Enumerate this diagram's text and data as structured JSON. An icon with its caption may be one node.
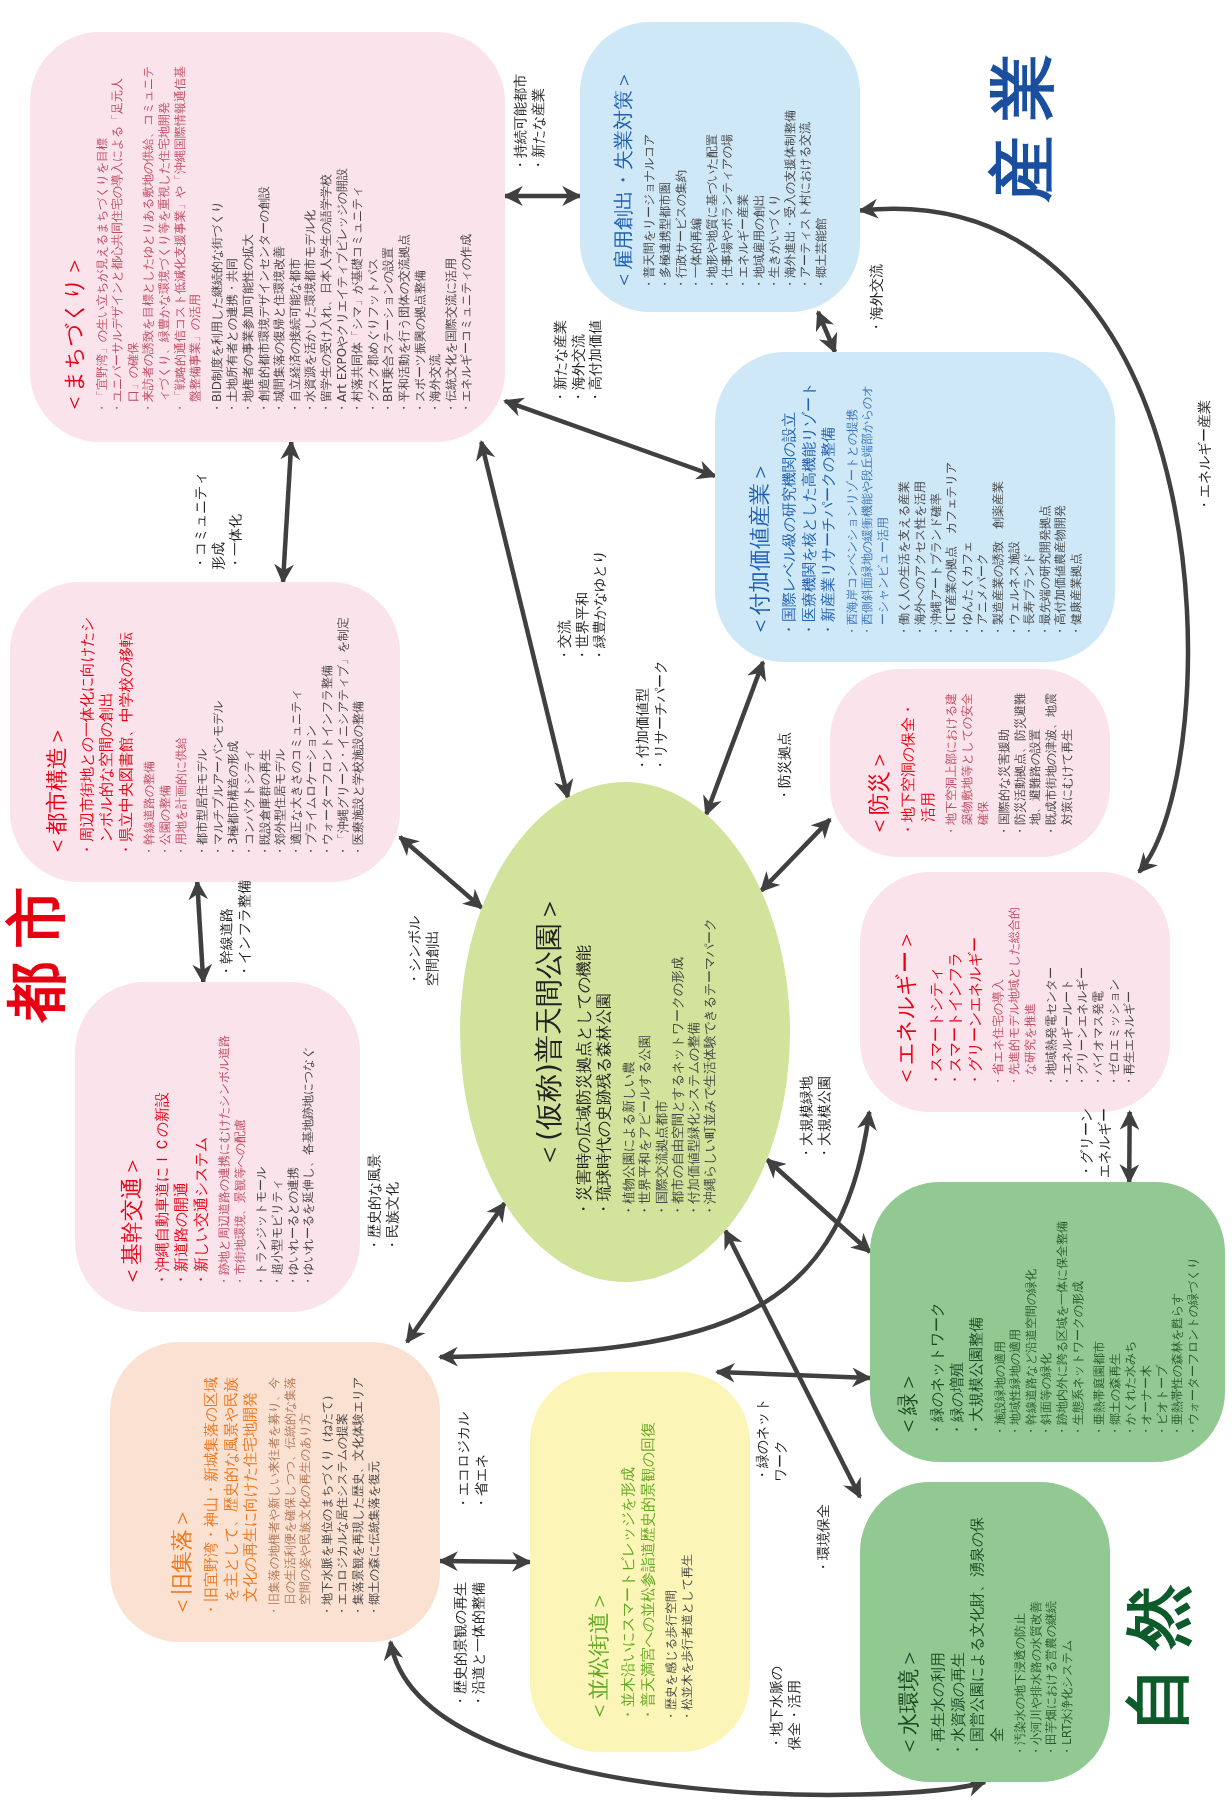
{
  "diagram": {
    "nodes": [
      {
        "text": [
          "＜まちづくり＞",
          "・「宜野湾」の生い立ちが見えるまちづくりを目標",
          "・ユニバーサルデザインと都心共同住宅の導入による「足元人口」の確保",
          "・来訪者の誘致を目標としたゆとりある敷地の供給、コミュニティづくり、緑豊かな環境づくり等を重視した住宅地開発",
          "・「戦略的通信コスト低減化支援事業」や「沖縄国際情報通信基盤整備事業」の活用",
          "・BID制度を利用した継続的な街づくり",
          "・土地所有者との連携・共同",
          "・地権者の事業参加可能性の拡大",
          "・創造的都市環境デザインセンターの創設",
          "・城間集落の復帰と住環境改善",
          "・自立経済の接続可能な都市",
          "・水資源を活かした環境都市モデル化",
          "・留学生の受け入れ、日本人学生の語学学校",
          "・Art EXPOやクリエイティブビレッジの開設",
          "・村落共同体「シマ」が基礎コミュニティ",
          "・グスク郡めぐりフットパス",
          "・BRT乗合ステーションの設置",
          "・平和活動を行う団体の交流拠点",
          "・スポーツ振興の拠点整備",
          "・海外交流",
          "・伝統文化を国際交流に活用",
          "・エネルギーコミュニティの作成"
        ]
      },
      {
        "text": [
          "＜都市構造＞",
          "・周辺市街地との一体化に向けたシンボル的な空間の創出",
          "・県立中央図書館、中学校の移転",
          "・幹線道路の整備",
          "・公園の整備",
          "・用地を計画的に供給",
          "・都市型居住モデル",
          "・マルチプルアーバンモデル",
          "・3極都市構造の形成",
          "・コンパクトシティ",
          "・既設倉庫群の再生",
          "・郊外型住居モデル",
          "・適正な大きさのコミュニティ",
          "・プライムロケーション",
          "・ウォーターフロントインフラ整備",
          "・「沖縄グリーン・イニシアティブ」を制定",
          "・医療施設と学校施設の整備"
        ]
      },
      {
        "text": [
          "＜基幹交通＞",
          "・沖縄自動車道にＩＣの新設",
          "・新道路の開通",
          "・新しい交通システム",
          "・跡地と周辺道路の連携にむけたシンボル道路",
          "・市街地環境、景観等への配慮",
          "・トランジットモール",
          "・超小型モビリティ",
          "・ゆいれーるとの連携",
          "・ゆいれーるを延伸し、各基地跡地につなぐ"
        ]
      },
      {
        "text": [
          "＜(仮称)普天間公園＞",
          "・災害時の広域防災拠点としての機能",
          "・琉球時代の史跡残る森林公園",
          "・植物公園による新しい農",
          "・世界平和をアピールする公園",
          "・国際交流拠点都市",
          "・都市の自由空間とするネットワークの形成",
          "・付加価値型緑化システムの整備",
          "・沖縄らしい町並みで生活体験できるテーマパーク"
        ]
      },
      {
        "text": [
          "＜雇用創出・失業対策＞",
          "・普天間をリージョナルコア",
          "・多極連携型都市圏",
          "・行政サービスの集約",
          "・一体的再編",
          "・地形や地質に基づいた配置",
          "・仕事場やボランティアの場",
          "・エネルギー産業",
          "・地域雇用の創出",
          "・生きがいづくり",
          "・海外進出・受入の支援体制整備",
          "・アーティスト村における交流",
          "・郷土芸能館"
        ]
      },
      {
        "text": [
          "＜付加価値産業＞",
          "・国際レベル級の研究機関の設立",
          "・医療機関を核とした高機能リゾート",
          "・新産業リサーチパークの整備",
          "・西海岸コンベンションリゾートとの提携",
          "・西側斜面緑地の緩衝機能や段丘端部からのオーシャンビュー活用",
          "・働く人の生活を支える産業",
          "・海外へのアクセス性を活用",
          "・沖縄アートブランド確率",
          "・ICT産業の拠点　カフェテリア",
          "・ゆんたくカフェ",
          "・アニメパーク",
          "・製造産業の誘致　創薬産業",
          "・ウェルネス施設",
          "・長寿ブランド",
          "・最先端の研究開発拠点",
          "・高付加価値農産物開発",
          "・健康産業拠点"
        ]
      },
      {
        "text": [
          "＜防災＞",
          "・地下空洞の保全・活用",
          "・地下空洞上部における建築物敷地等としての安全確保",
          "・国際的な災害援助",
          "・防災活動拠点、防災避難地、避難路の設置",
          "・既成市街地の津波、地震対策にむけて再生"
        ]
      },
      {
        "text": [
          "＜エネルギー＞",
          "・スマートシティ",
          "・スマートインフラ",
          "・グリーンエネルギー",
          "・省エネ住宅の導入",
          "・先進的モデル地域とした総合的な研究を推進",
          "・地域熱発電センター",
          "・エネルギールート",
          "・グリーンエネルギー",
          "・バイオマス発電",
          "・ゼロエミッション",
          "・再生エネルギー"
        ]
      },
      {
        "text": [
          "＜旧集落＞",
          "・旧宜野湾・神山・新城集落の区域を主として、歴史的な風景や民族文化の再生に向けた住宅地開発",
          "・旧集落の地権者や新しい来往者を募り、今日の生活利便を確保しつつ、伝統的な集落空間の姿や民族文化の再生のあり方",
          "・地下水脈を単位のまちづくり（ねたて）",
          "・エコロジカルな居住システムの提案",
          "・集落景観を再現した歴史、文化体験エリア",
          "・郷土の森に伝統集落を復元"
        ]
      },
      {
        "text": [
          "＜並松街道＞",
          "・並木沿いにスマートビレッジを形成",
          "・普天満宮への並松参詣道歴史的景観の回復",
          "・歴史を感じる歩行空間",
          "・松並木を歩行者道として再生"
        ]
      },
      {
        "text": [
          "＜緑＞",
          "・緑のネットワーク",
          "・緑の増殖",
          "・大規模公園整備",
          "・施設緑地の適用",
          "・地域性緑地の適用",
          "・幹線道路など沿道空間の緑化",
          "・斜面等の緑化",
          "・跡地内外に跨る区域を一体に保全整備",
          "・生態系ネットワークの形成",
          "・亜熱帯庭園都市",
          "・郷土の森再生",
          "・かくれた水みち",
          "・オーナー木",
          "・ビオトープ",
          "・亜熱帯性の森林を甦らす",
          "・ウォーターフロントの緑づくり"
        ]
      },
      {
        "text": [
          "＜水環境＞",
          "・再生水の利用",
          "・水資源の再生",
          "・国営公園による文化財、湧泉の保全",
          "・汚染水の地下浸透の防止",
          "・小河川や排水路の水質改善",
          "・田芋畑における営農の継続",
          "・LRT水浄化システム"
        ]
      }
    ],
    "edges": [
      {
        "from": 0,
        "to": 4,
        "arrow": "both",
        "label": "・持続可能都市・新たな産業"
      },
      {
        "from": 0,
        "to": 5,
        "arrow": "both",
        "label": "・新たな産業・海外交流・高付加価値"
      },
      {
        "from": 0,
        "to": 1,
        "arrow": "both",
        "label": "・コミュニティ形成・一体化"
      },
      {
        "from": 0,
        "to": 3,
        "arrow": "both",
        "label": "・交流・世界平和・緑豊かなゆとり"
      },
      {
        "from": 1,
        "to": 2,
        "arrow": "both",
        "label": "・幹線道路・インフラ整備"
      },
      {
        "from": 1,
        "to": 3,
        "arrow": "both",
        "label": "・シンボル空間創出"
      },
      {
        "from": 4,
        "to": 5,
        "arrow": "both",
        "label": "・海外交流"
      },
      {
        "from": 5,
        "to": 3,
        "arrow": "both",
        "label": "・付加価値型・リサーチパーク"
      },
      {
        "from": 6,
        "to": 3,
        "arrow": "both",
        "label": "・防災拠点"
      },
      {
        "from": 4,
        "to": 7,
        "arrow": "both",
        "label": "・エネルギー産業"
      },
      {
        "from": 3,
        "to": 8,
        "arrow": "both",
        "label": "・歴史的な風景・民族文化"
      },
      {
        "from": 3,
        "to": 10,
        "arrow": "both",
        "label": "・大規模緑地・大規模公園"
      },
      {
        "from": 7,
        "to": 8,
        "arrow": "both",
        "label": "・エコロジカル・省エネ"
      },
      {
        "from": 10,
        "to": 7,
        "arrow": "both",
        "label": "・グリーンエネルギー"
      },
      {
        "from": 8,
        "to": 9,
        "arrow": "both",
        "label": "・歴史的景観の再生・沿道と一体的整備"
      },
      {
        "from": 9,
        "to": 10,
        "arrow": "both",
        "label": "・緑のネットワーク"
      },
      {
        "from": 3,
        "to": 11,
        "arrow": "both",
        "label": "・環境保全"
      },
      {
        "from": 8,
        "to": 11,
        "arrow": "both",
        "label": "・地下水脈の保全・活用"
      }
    ],
    "labels": [
      "都市",
      "産業",
      "自然"
    ]
  }
}
